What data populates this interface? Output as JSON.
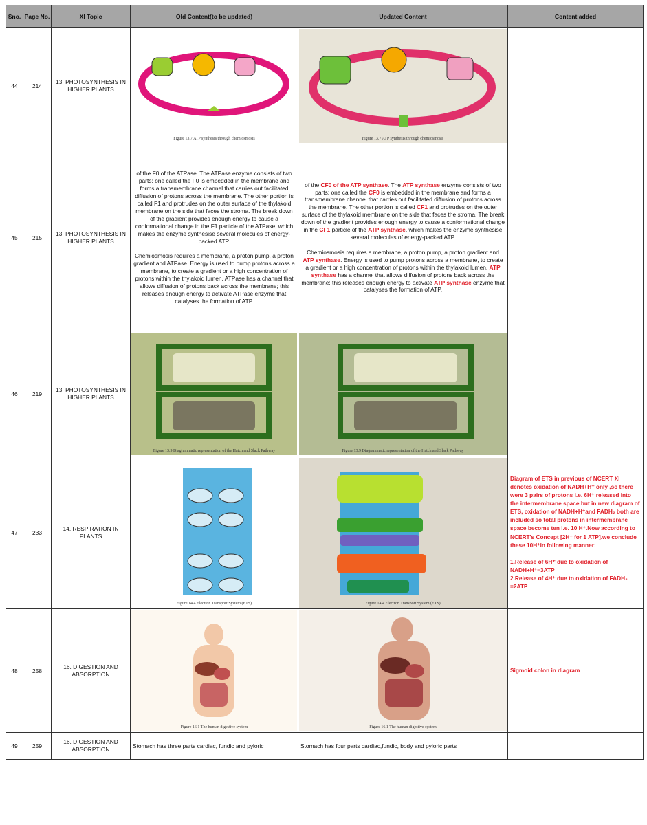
{
  "headers": {
    "sno": "Sno.",
    "page": "Page No.",
    "topic": "XI Topic",
    "old": "Old Content(to be updated)",
    "updated": "Updated Content",
    "added": "Content added"
  },
  "rows": [
    {
      "sno": "44",
      "page": "214",
      "topic": "13. PHOTOSYNTHESIS IN HIGHER PLANTS",
      "old_caption": "Figure 13.7 ATP synthesis through chemiosmosis",
      "updated_caption": "Figure 13.7 ATP synthesis through chemiosmosis",
      "added": ""
    },
    {
      "sno": "45",
      "page": "215",
      "topic": "13. PHOTOSYNTHESIS IN HIGHER PLANTS",
      "old_p1": "of the F0 of the ATPase. The ATPase enzyme consists of two parts: one called the F0 is embedded in the membrane and forms a transmembrane channel that carries out facilitated diffusion of protons across the membrane. The other portion is called F1 and protrudes on the outer surface of the thylakoid membrane on the side that faces the stroma. The break down of the gradient provides enough energy to cause a conformational change in the F1 particle of the ATPase, which makes the enzyme synthesise several molecules of energy-packed ATP.",
      "old_p2": "Chemiosmosis requires a membrane, a proton pump, a proton gradient and ATPase. Energy is used to pump protons across a membrane, to create a gradient or a high concentration of protons within the thylakoid lumen. ATPase has a channel that allows diffusion of protons back across the membrane; this releases enough energy to activate ATPase enzyme that catalyses the formation of ATP.",
      "new_p1": [
        {
          "t": "of the "
        },
        {
          "t": "CF0 of the ATP synthase",
          "r": true
        },
        {
          "t": ". The "
        },
        {
          "t": "ATP synthase",
          "r": true
        },
        {
          "t": " enzyme consists of two parts: one called the "
        },
        {
          "t": "CF0",
          "r": true
        },
        {
          "t": " is embedded in the membrane and forms a transmembrane channel that carries out facilitated diffusion of protons across the membrane. The other portion is called "
        },
        {
          "t": "CF1",
          "r": true
        },
        {
          "t": " and protrudes on the outer surface of the thylakoid membrane on the side that faces the stroma. The break down of the gradient provides enough energy to cause a conformational change in the "
        },
        {
          "t": "CF1",
          "r": true
        },
        {
          "t": " particle of the "
        },
        {
          "t": "ATP synthase",
          "r": true
        },
        {
          "t": ", which makes the enzyme synthesise several molecules of energy-packed ATP."
        }
      ],
      "new_p2": [
        {
          "t": "Chemiosmosis requires a membrane, a proton pump, a proton gradient and "
        },
        {
          "t": "ATP synthase",
          "r": true
        },
        {
          "t": ". Energy is used to pump protons across a membrane, to create a gradient or a high concentration of protons within the thylakoid lumen. "
        },
        {
          "t": "ATP synthase",
          "r": true
        },
        {
          "t": " has a channel that allows diffusion of protons back across the membrane; this releases enough energy to activate "
        },
        {
          "t": "ATP synthase",
          "r": true
        },
        {
          "t": " enzyme that catalyses the formation of ATP."
        }
      ],
      "added": ""
    },
    {
      "sno": "46",
      "page": "219",
      "topic": "13. PHOTOSYNTHESIS IN HIGHER PLANTS",
      "old_caption": "Figure 13.9 Diagrammatic representation of the Hatch and Slack Pathway",
      "updated_caption": "Figure 13.9 Diagrammatic representation of the Hatch and Slack Pathway",
      "added": ""
    },
    {
      "sno": "47",
      "page": "233",
      "topic": "14. RESPIRATION IN PLANTS",
      "old_caption": "Figure 14.4 Electron Transport System (ETS)",
      "updated_caption": "Figure 14.4 Electron Transport System (ETS)",
      "added_lines": [
        "Diagram of ETS in previous of NCERT XI denotes oxidation of NADH+H⁺ only ,so there were 3 pairs of protons i.e. 6H⁺ released into the intermembrane space but in new diagram of ETS, oxidation of NADH+H⁺and FADH₂ both are included so total protons in intermembrane space become ten i.e. 10 H⁺.Now according to NCERT's Concept [2H⁺ for 1 ATP].we  conclude these 10H⁺in following manner:",
        "1.Release of 6H⁺ due to oxidation of NADH+H⁺=3ATP",
        "2.Release of 4H⁺ due to oxidation of FADH₂ =2ATP"
      ]
    },
    {
      "sno": "48",
      "page": "258",
      "topic": "16. DIGESTION AND ABSORPTION",
      "old_caption": "Figure 16.1 The human digestive system",
      "updated_caption": "Figure 16.1 The human digestive system",
      "added": "Sigmoid colon in diagram"
    },
    {
      "sno": "49",
      "page": "259",
      "topic": "16. DIGESTION AND ABSORPTION",
      "old": "Stomach has three parts cardiac, fundic and pyloric",
      "updated": "Stomach has four parts cardiac,fundic, body and pyloric parts",
      "added": ""
    }
  ],
  "colors": {
    "header": "#a6a6a6",
    "highlight": "#e0202a"
  }
}
